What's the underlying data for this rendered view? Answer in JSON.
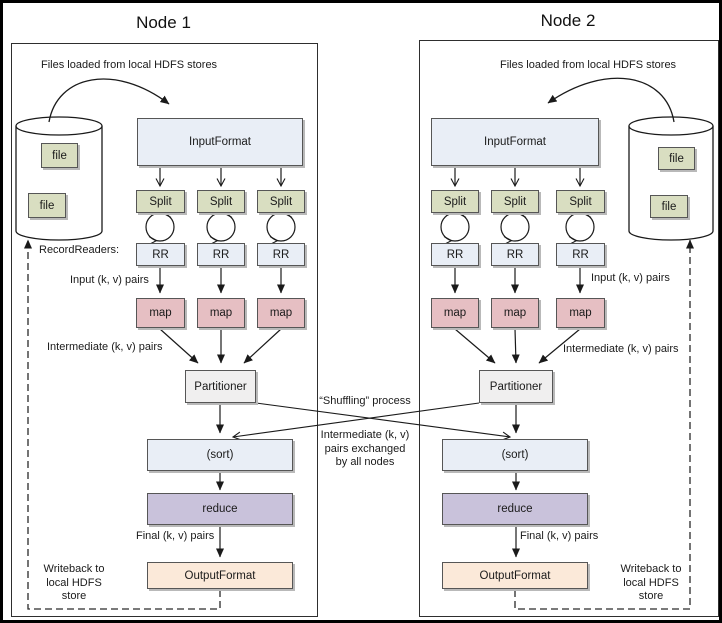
{
  "node1": {
    "title": "Node 1",
    "files_loaded": "Files loaded from local HDFS stores",
    "recordreaders": "RecordReaders:",
    "input_pairs": "Input (k, v) pairs",
    "intermediate_pairs": "Intermediate (k, v) pairs",
    "final_pairs": "Final (k, v) pairs",
    "writeback": [
      "Writeback to",
      "local HDFS",
      "store"
    ],
    "files": [
      "file",
      "file"
    ],
    "inputformat": "InputFormat",
    "splits": [
      "Split",
      "Split",
      "Split"
    ],
    "rrs": [
      "RR",
      "RR",
      "RR"
    ],
    "maps": [
      "map",
      "map",
      "map"
    ],
    "partitioner": "Partitioner",
    "sort": "(sort)",
    "reduce": "reduce",
    "outputformat": "OutputFormat"
  },
  "node2": {
    "title": "Node 2",
    "files_loaded": "Files loaded from local HDFS stores",
    "input_pairs": "Input (k, v) pairs",
    "intermediate_pairs": "Intermediate (k, v) pairs",
    "final_pairs": "Final (k, v) pairs",
    "writeback": [
      "Writeback to",
      "local HDFS",
      "store"
    ],
    "files": [
      "file",
      "file"
    ],
    "inputformat": "InputFormat",
    "splits": [
      "Split",
      "Split",
      "Split"
    ],
    "rrs": [
      "RR",
      "RR",
      "RR"
    ],
    "maps": [
      "map",
      "map",
      "map"
    ],
    "partitioner": "Partitioner",
    "sort": "(sort)",
    "reduce": "reduce",
    "outputformat": "OutputFormat"
  },
  "center": {
    "shuffling": "“Shuffling” process",
    "exchange": [
      "Intermediate (k, v)",
      "pairs exchanged",
      "by all nodes"
    ]
  },
  "colors": {
    "box_blue": "#E9EEF6",
    "box_green": "#D9DEC1",
    "box_pink": "#E6BFC3",
    "box_gray": "#F0EFEF",
    "box_purple": "#C9C2DB",
    "box_peach": "#FBE9D9",
    "line": "#1a1a1a"
  }
}
